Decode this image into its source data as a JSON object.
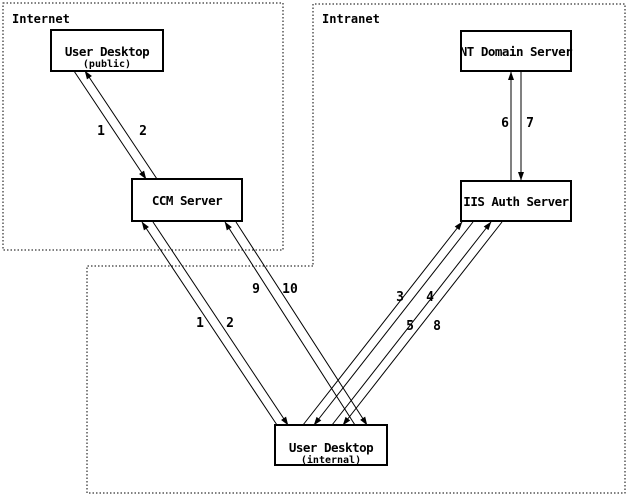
{
  "diagram": {
    "background_color": "#ffffff",
    "line_color": "#000000",
    "zones": [
      {
        "id": "internet",
        "label": "Internet"
      },
      {
        "id": "intranet",
        "label": "Intranet"
      }
    ],
    "nodes": [
      {
        "id": "user-desktop-public",
        "title": "User Desktop",
        "subtitle": "(public)"
      },
      {
        "id": "ccm-server",
        "title": "CCM Server"
      },
      {
        "id": "nt-domain-server",
        "title": "NT Domain Server"
      },
      {
        "id": "iis-auth-server",
        "title": "IIS Auth Server"
      },
      {
        "id": "user-desktop-internal",
        "title": "User Desktop",
        "subtitle": "(internal)"
      }
    ],
    "connections": [
      {
        "label": "1",
        "from": "user-desktop-public",
        "to": "ccm-server"
      },
      {
        "label": "2",
        "from": "ccm-server",
        "to": "user-desktop-public"
      },
      {
        "label": "1",
        "from": "user-desktop-internal",
        "to": "ccm-server"
      },
      {
        "label": "2",
        "from": "ccm-server",
        "to": "user-desktop-internal"
      },
      {
        "label": "9",
        "from": "user-desktop-internal",
        "to": "ccm-server"
      },
      {
        "label": "10",
        "from": "ccm-server",
        "to": "user-desktop-internal"
      },
      {
        "label": "3",
        "from": "user-desktop-internal",
        "to": "iis-auth-server"
      },
      {
        "label": "4",
        "from": "iis-auth-server",
        "to": "user-desktop-internal"
      },
      {
        "label": "5",
        "from": "user-desktop-internal",
        "to": "iis-auth-server"
      },
      {
        "label": "8",
        "from": "iis-auth-server",
        "to": "user-desktop-internal"
      },
      {
        "label": "6",
        "from": "iis-auth-server",
        "to": "nt-domain-server"
      },
      {
        "label": "7",
        "from": "nt-domain-server",
        "to": "iis-auth-server"
      }
    ]
  }
}
